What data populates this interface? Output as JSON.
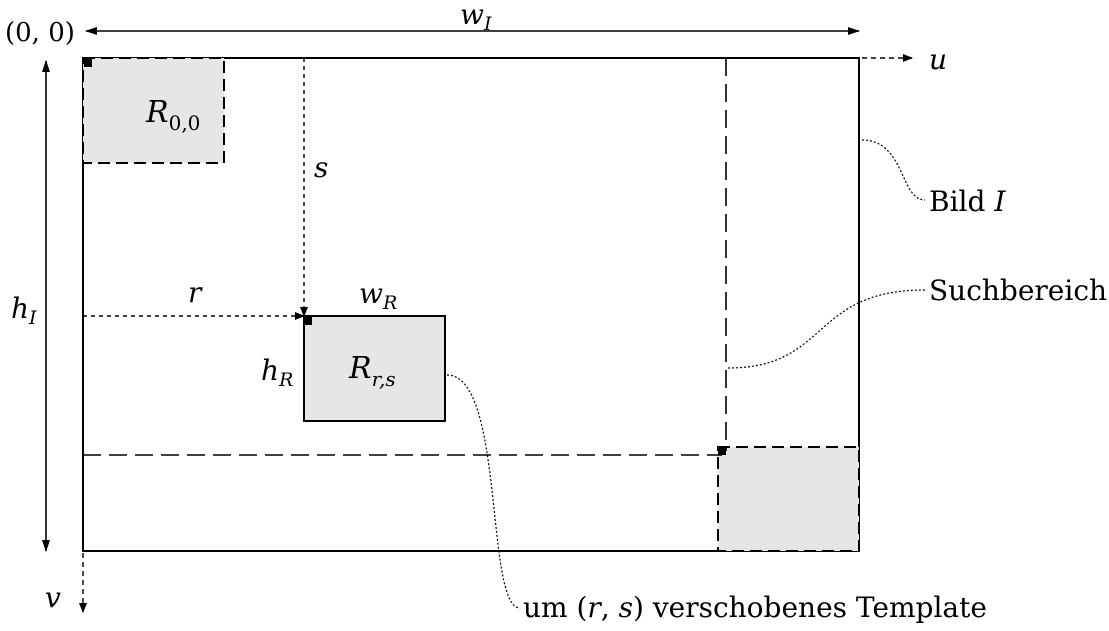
{
  "labels": {
    "origin": "(0, 0)",
    "w_I": {
      "base": "w",
      "sub": "I"
    },
    "h_I": {
      "base": "h",
      "sub": "I"
    },
    "u_axis": "u",
    "v_axis": "v",
    "R00": {
      "base": "R",
      "sub": "0,0"
    },
    "r": "r",
    "s": "s",
    "w_R": {
      "base": "w",
      "sub": "R"
    },
    "h_R": {
      "base": "h",
      "sub": "R"
    },
    "Rrs": {
      "base": "R",
      "sub": "r,s"
    },
    "bild": {
      "text": "Bild ",
      "math": "I"
    },
    "suchbereich": "Suchbereich",
    "template": {
      "pre": "um (",
      "r": "r",
      "mid": ", ",
      "s": "s",
      "post": ") verschobenes Template"
    }
  },
  "colors": {
    "stroke": "#000000",
    "fill_template": "#e6e6e6",
    "background": "#ffffff"
  }
}
